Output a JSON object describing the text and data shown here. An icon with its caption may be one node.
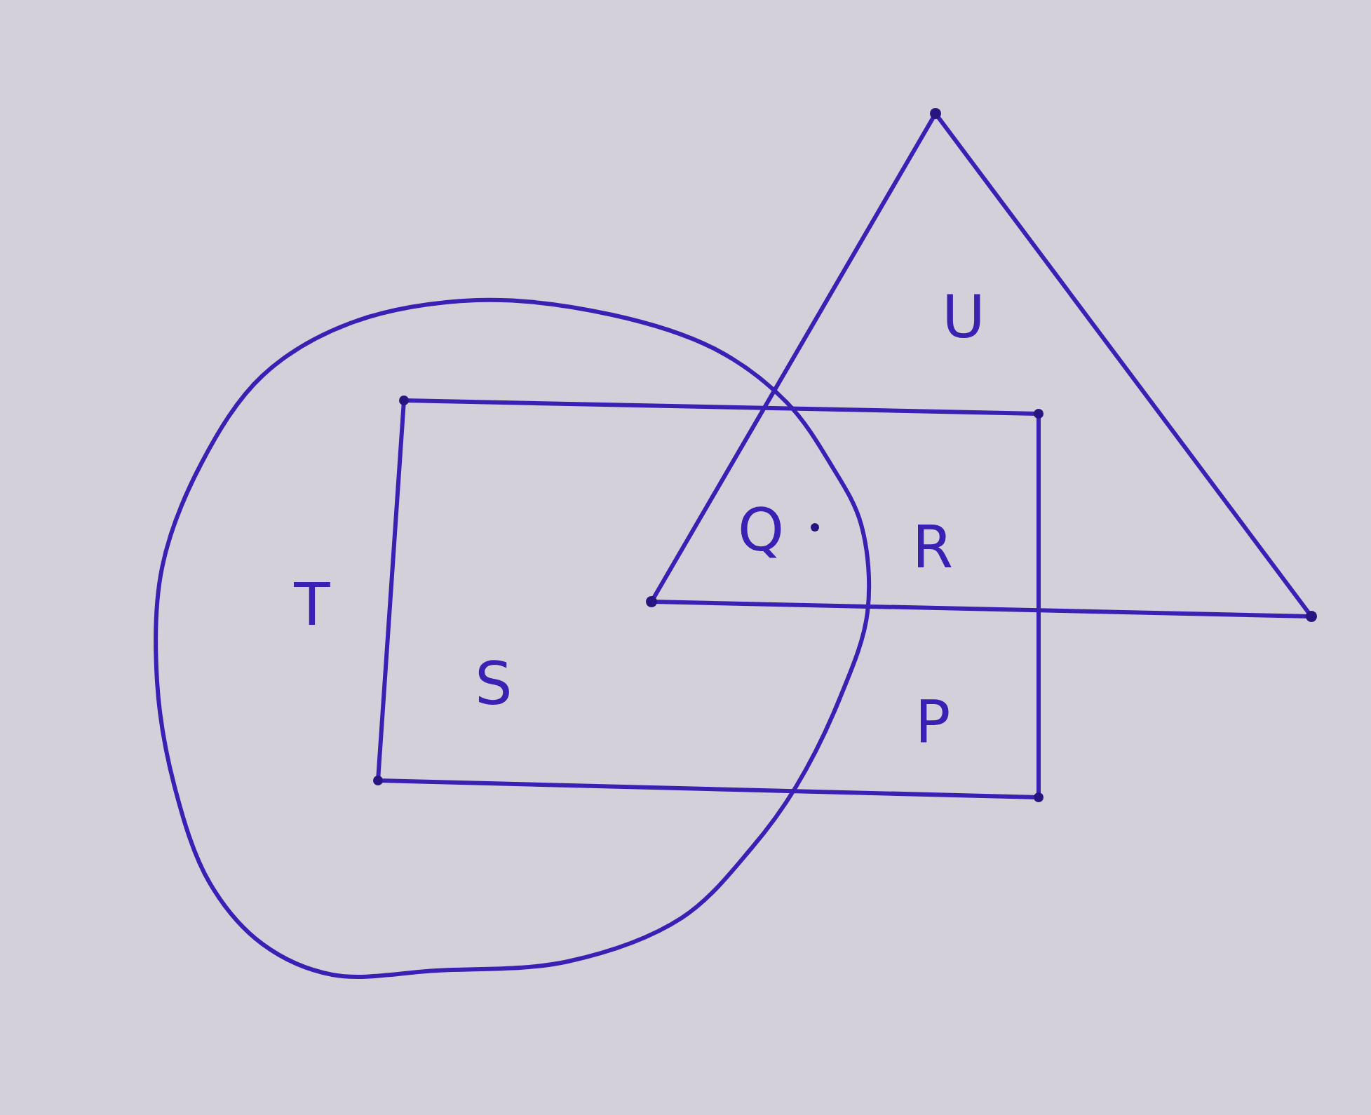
{
  "diagram": {
    "labels": [
      "U",
      "Q",
      "R",
      "T",
      "S",
      "P"
    ]
  }
}
